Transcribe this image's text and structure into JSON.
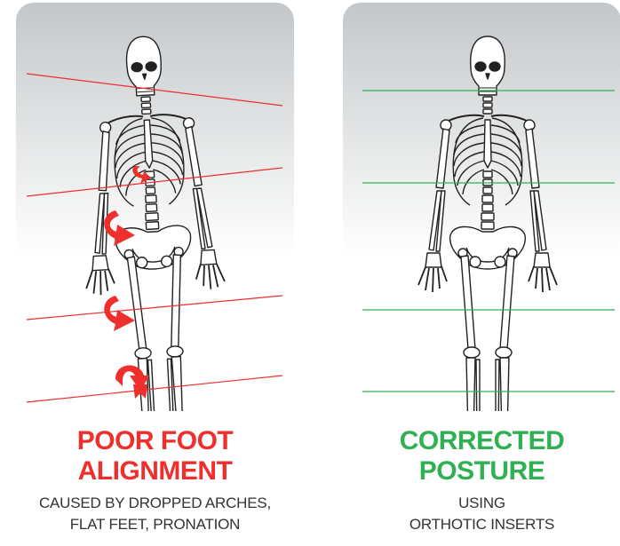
{
  "colors": {
    "misaligned": "#ee2f2c",
    "aligned": "#2fb153",
    "bone_stroke": "#222222",
    "panel_top": "#c4c7ca"
  },
  "icons": [
    "skeleton-figure",
    "rotation-arrow-icon",
    "alignment-line"
  ],
  "left_panel": {
    "heading_lines": [
      "POOR FOOT",
      "ALIGNMENT"
    ],
    "subtitle_lines": [
      "CAUSED BY DROPPED ARCHES,",
      "FLAT FEET, PRONATION"
    ]
  },
  "right_panel": {
    "heading_lines": [
      "CORRECTED",
      "POSTURE"
    ],
    "subtitle_lines": [
      "USING",
      "ORTHOTIC INSERTS"
    ]
  }
}
